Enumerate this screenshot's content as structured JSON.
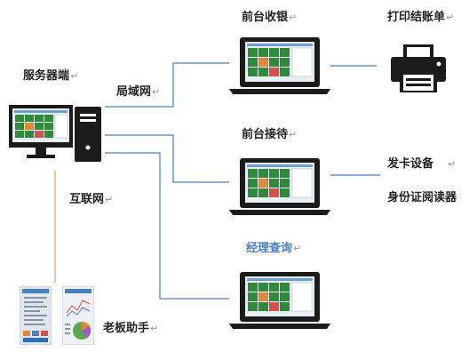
{
  "labels": {
    "server": "服务器端",
    "lan": "局域网",
    "internet": "互联网",
    "front_cashier": "前台收银",
    "print_bill": "打印结账单",
    "front_reception": "前台接待",
    "card_issuer": "发卡设备",
    "id_reader": "身份证阅读器",
    "manager_query": "经理查询",
    "boss_assistant": "老板助手",
    "return_mark": "↵"
  },
  "colors": {
    "line_blue": "#4a7fc1",
    "line_orange": "#e8a070",
    "manager_label": "#4a7fc1",
    "device_dark": "#1b1b1b",
    "screen_green": "#2e8b3a"
  },
  "icons": {
    "server": "desktop-computer-icon",
    "laptop": "laptop-icon",
    "printer": "printer-icon",
    "phone": "mobile-phone-icon"
  }
}
